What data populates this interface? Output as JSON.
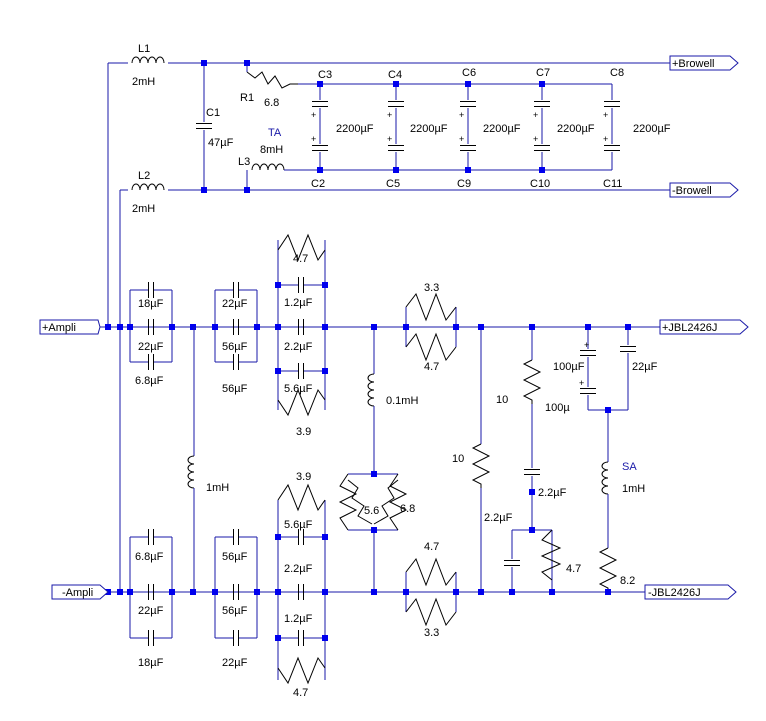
{
  "ports": {
    "browell_pos": "+Browell",
    "browell_neg": "-Browell",
    "ampli_pos": "+Ampli",
    "ampli_neg": "-Ampli",
    "jbl_pos": "+JBL2426J",
    "jbl_neg": "-JBL2426J"
  },
  "components": {
    "L1_name": "L1",
    "L1_val": "2mH",
    "L2_name": "L2",
    "L2_val": "2mH",
    "C1_name": "C1",
    "C1_val": "47µF",
    "R1_name": "R1",
    "R1_val": "6.8",
    "L3_name": "L3",
    "L3_val": "8mH",
    "L3_tag": "TA",
    "C3": "C3",
    "C4": "C4",
    "C6": "C6",
    "C7": "C7",
    "C8": "C8",
    "C2": "C2",
    "C5": "C5",
    "C9": "C9",
    "C10": "C10",
    "C11": "C11",
    "bank_val": "2200µF",
    "a_18": "18µF",
    "a_22": "22µF",
    "a_68": "6.8µF",
    "b_22": "22µF",
    "b_56a": "56µF",
    "b_56b": "56µF",
    "c_47": "4.7",
    "c_12": "1.2µF",
    "c_22": "2.2µF",
    "c_56": "5.6µF",
    "c_39": "3.9",
    "r33": "3.3",
    "r47": "4.7",
    "l01": "0.1mH",
    "r10a": "10",
    "r10b": "10",
    "c100a": "100µF",
    "c100b": "100µ",
    "c22r": "22µF",
    "l1m": "1mH",
    "r56": "5.6",
    "r68": "6.8",
    "c22b": "2.2µF",
    "c22c": "2.2µF",
    "r47b": "4.7",
    "sa_tag": "SA",
    "l1m2": "1mH",
    "r82": "8.2",
    "d_68": "6.8µF",
    "d_22": "22µF",
    "d_18": "18µF",
    "e_56a": "56µF",
    "e_56b": "56µF",
    "e_22": "22µF",
    "f_39": "3.9",
    "f_56": "5.6µF",
    "f_22": "2.2µF",
    "f_12": "1.2µF",
    "f_47": "4.7",
    "g_47": "4.7",
    "g_33": "3.3"
  }
}
